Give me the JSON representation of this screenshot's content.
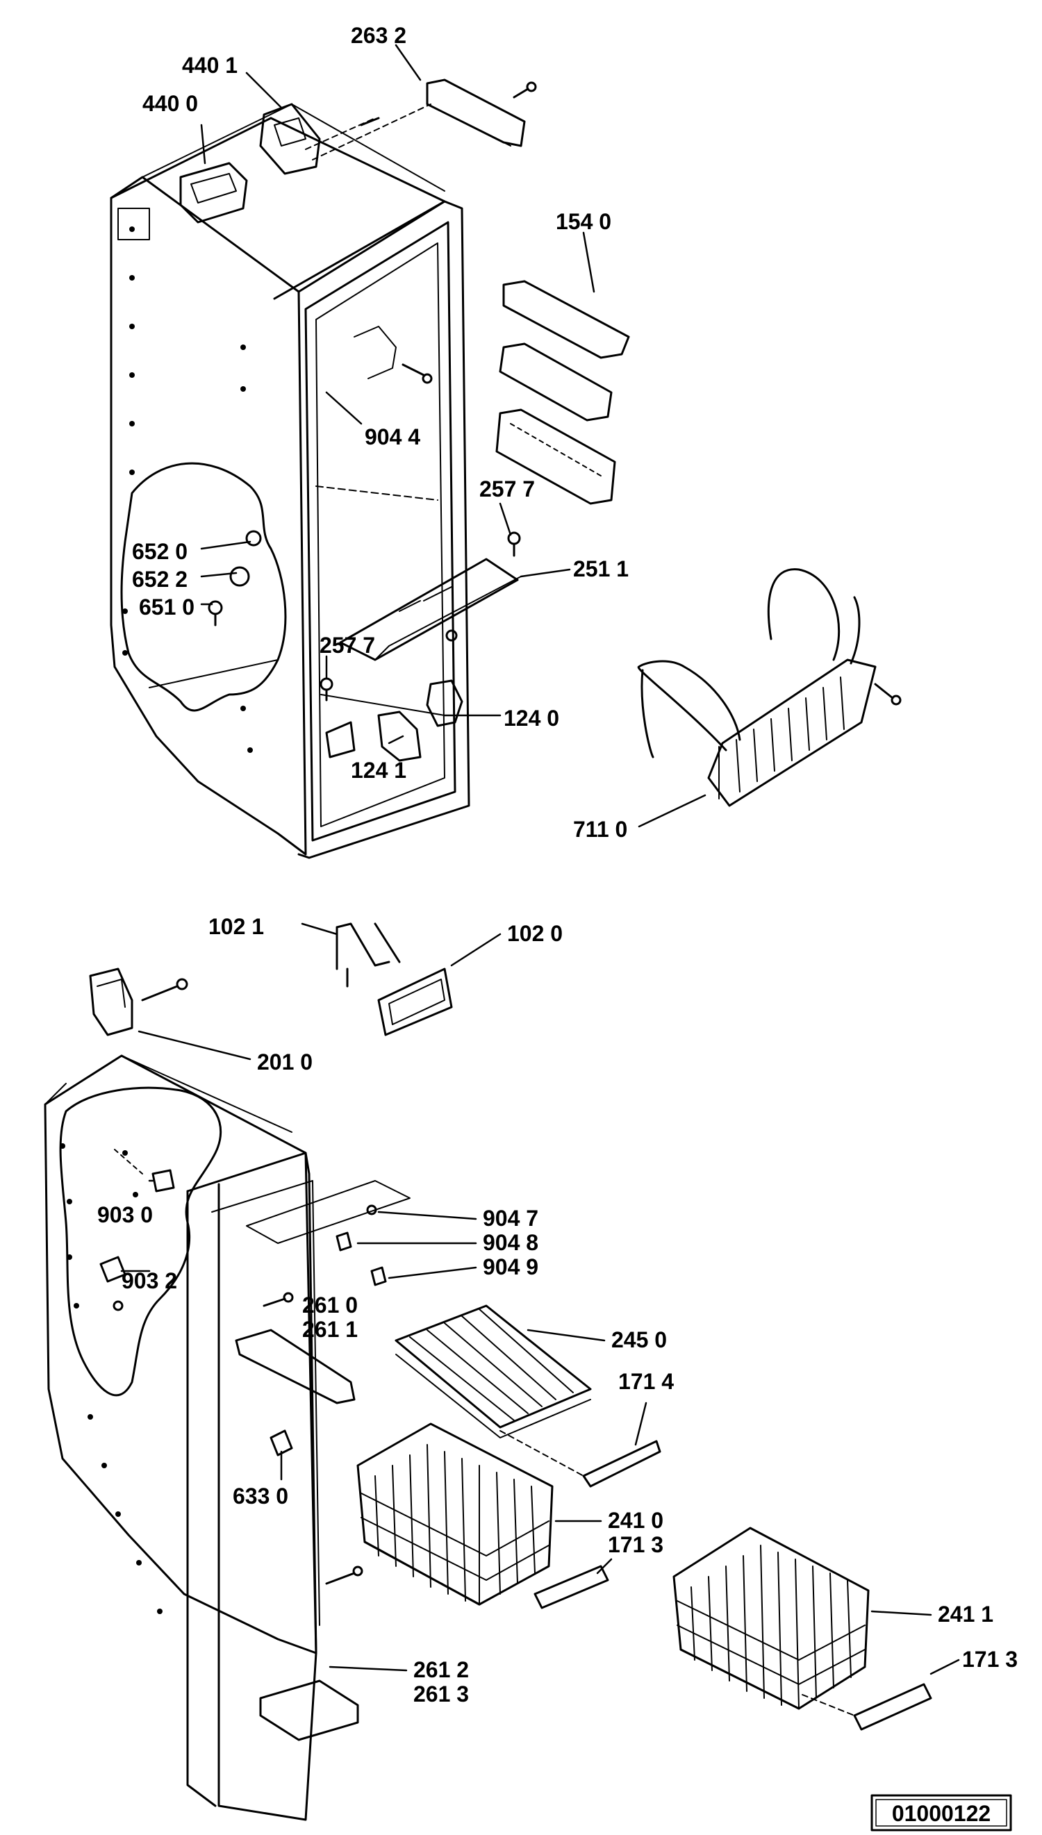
{
  "colors": {
    "ink": "#000000",
    "paper": "#ffffff"
  },
  "drawing_code": "01000122",
  "labels": {
    "p263_2": "263 2",
    "p440_1": "440 1",
    "p440_0": "440 0",
    "p154_0": "154 0",
    "p904_4": "904 4",
    "p257_7a": "257 7",
    "p251_1": "251 1",
    "p652_0": "652 0",
    "p652_2": "652 2",
    "p651_0": "651 0",
    "p257_7b": "257 7",
    "p124_0": "124 0",
    "p124_1": "124 1",
    "p711_0": "711 0",
    "p102_1": "102 1",
    "p102_0": "102 0",
    "p201_0": "201 0",
    "p903_0": "903 0",
    "p903_2": "903 2",
    "p904_7": "904 7",
    "p904_8": "904 8",
    "p904_9": "904 9",
    "p261_0": "261 0",
    "p261_1": "261 1",
    "p245_0": "245 0",
    "p171_4": "171 4",
    "p633_0": "633 0",
    "p241_0": "241 0",
    "p171_3a": "171 3",
    "p241_1": "241 1",
    "p171_3b": "171 3",
    "p261_2": "261 2",
    "p261_3": "261 3"
  }
}
